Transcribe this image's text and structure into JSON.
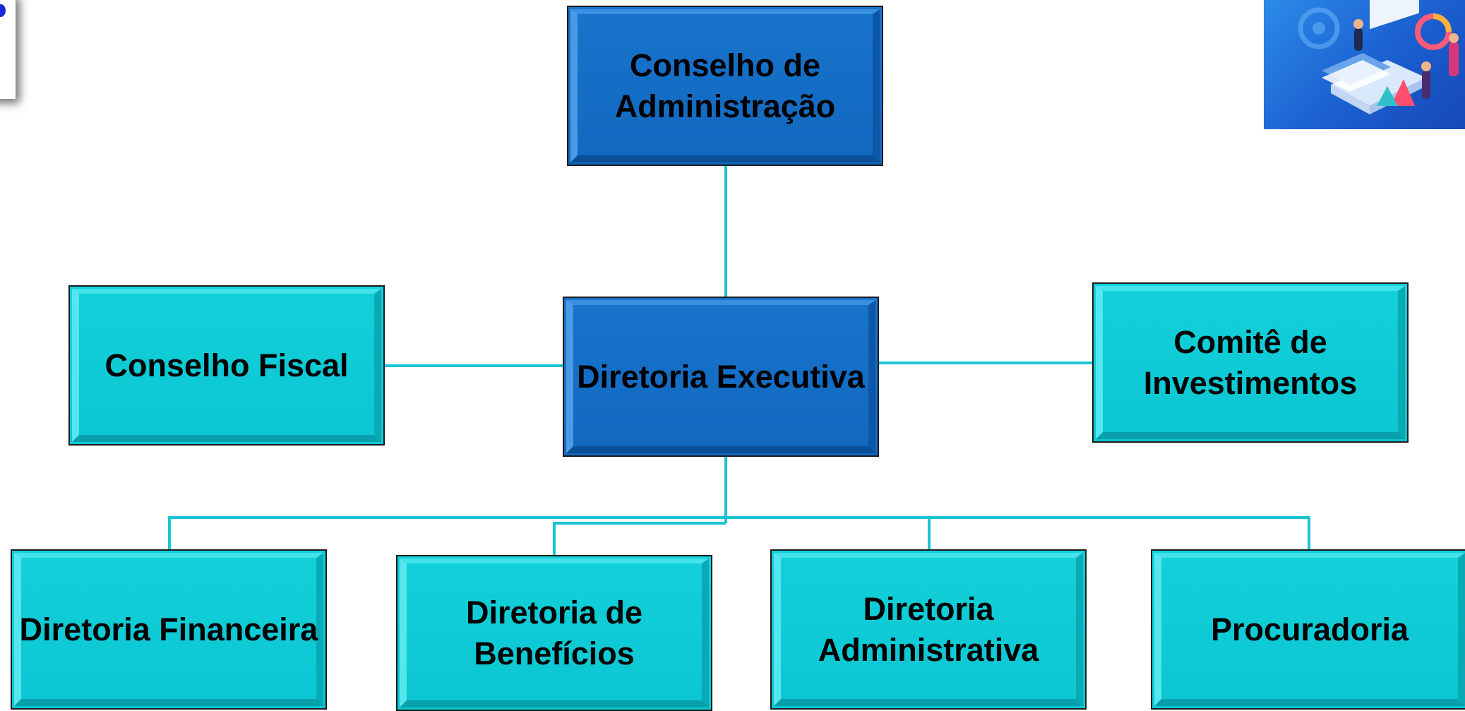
{
  "colors": {
    "connector": "#1bc4d4",
    "dark_box": "#1569c7",
    "light_box": "#0ecad6",
    "text": "#000000"
  },
  "org_chart": {
    "board": "Conselho de\nAdministração",
    "fiscal_council": "Conselho Fiscal",
    "executive_board": "Diretoria Executiva",
    "investment_committee": "Comitê de\nInvestimentos",
    "directorates": [
      {
        "label": "Diretoria Financeira"
      },
      {
        "label": "Diretoria de\nBenefícios"
      },
      {
        "label": "Diretoria\nAdministrativa"
      },
      {
        "label": "Procuradoria"
      }
    ]
  },
  "decorations": {
    "corner_image": "business-analytics-illustration",
    "left_edge_image": "partial-thumbnail"
  }
}
